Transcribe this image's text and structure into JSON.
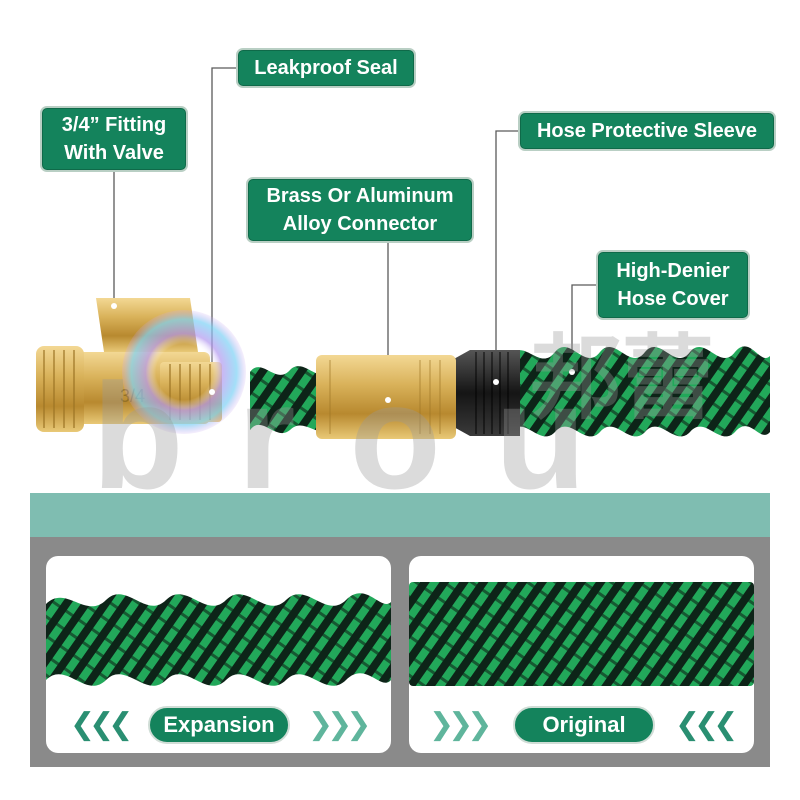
{
  "callouts": {
    "leakproof_seal": "Leakproof  Seal",
    "fitting_with_valve": "3/4” Fitting\nWith Valve",
    "hose_protective_sleeve": "Hose Protective Sleeve",
    "brass_connector": "Brass Or Aluminum\nAlloy Connector",
    "high_denier_cover": "High-Denier\nHose Cover"
  },
  "fitting_mark": "3/4",
  "watermark": {
    "text": "b r o u",
    "cjk": "邦蕾"
  },
  "panels": {
    "expansion": {
      "label": "Expansion",
      "left_arrows_icon": "chevrons-left-icon",
      "right_arrows_icon": "chevrons-right-icon"
    },
    "original": {
      "label": "Original",
      "left_arrows_icon": "chevrons-right-icon",
      "right_arrows_icon": "chevrons-left-icon"
    }
  },
  "colors": {
    "label_green": "#14835c",
    "hose_green": "#1f9a53",
    "hose_dark": "#0d2418",
    "brass": "#d9b25a",
    "band_teal": "#7fbdb1",
    "frame_gray": "#8a8a8a"
  }
}
